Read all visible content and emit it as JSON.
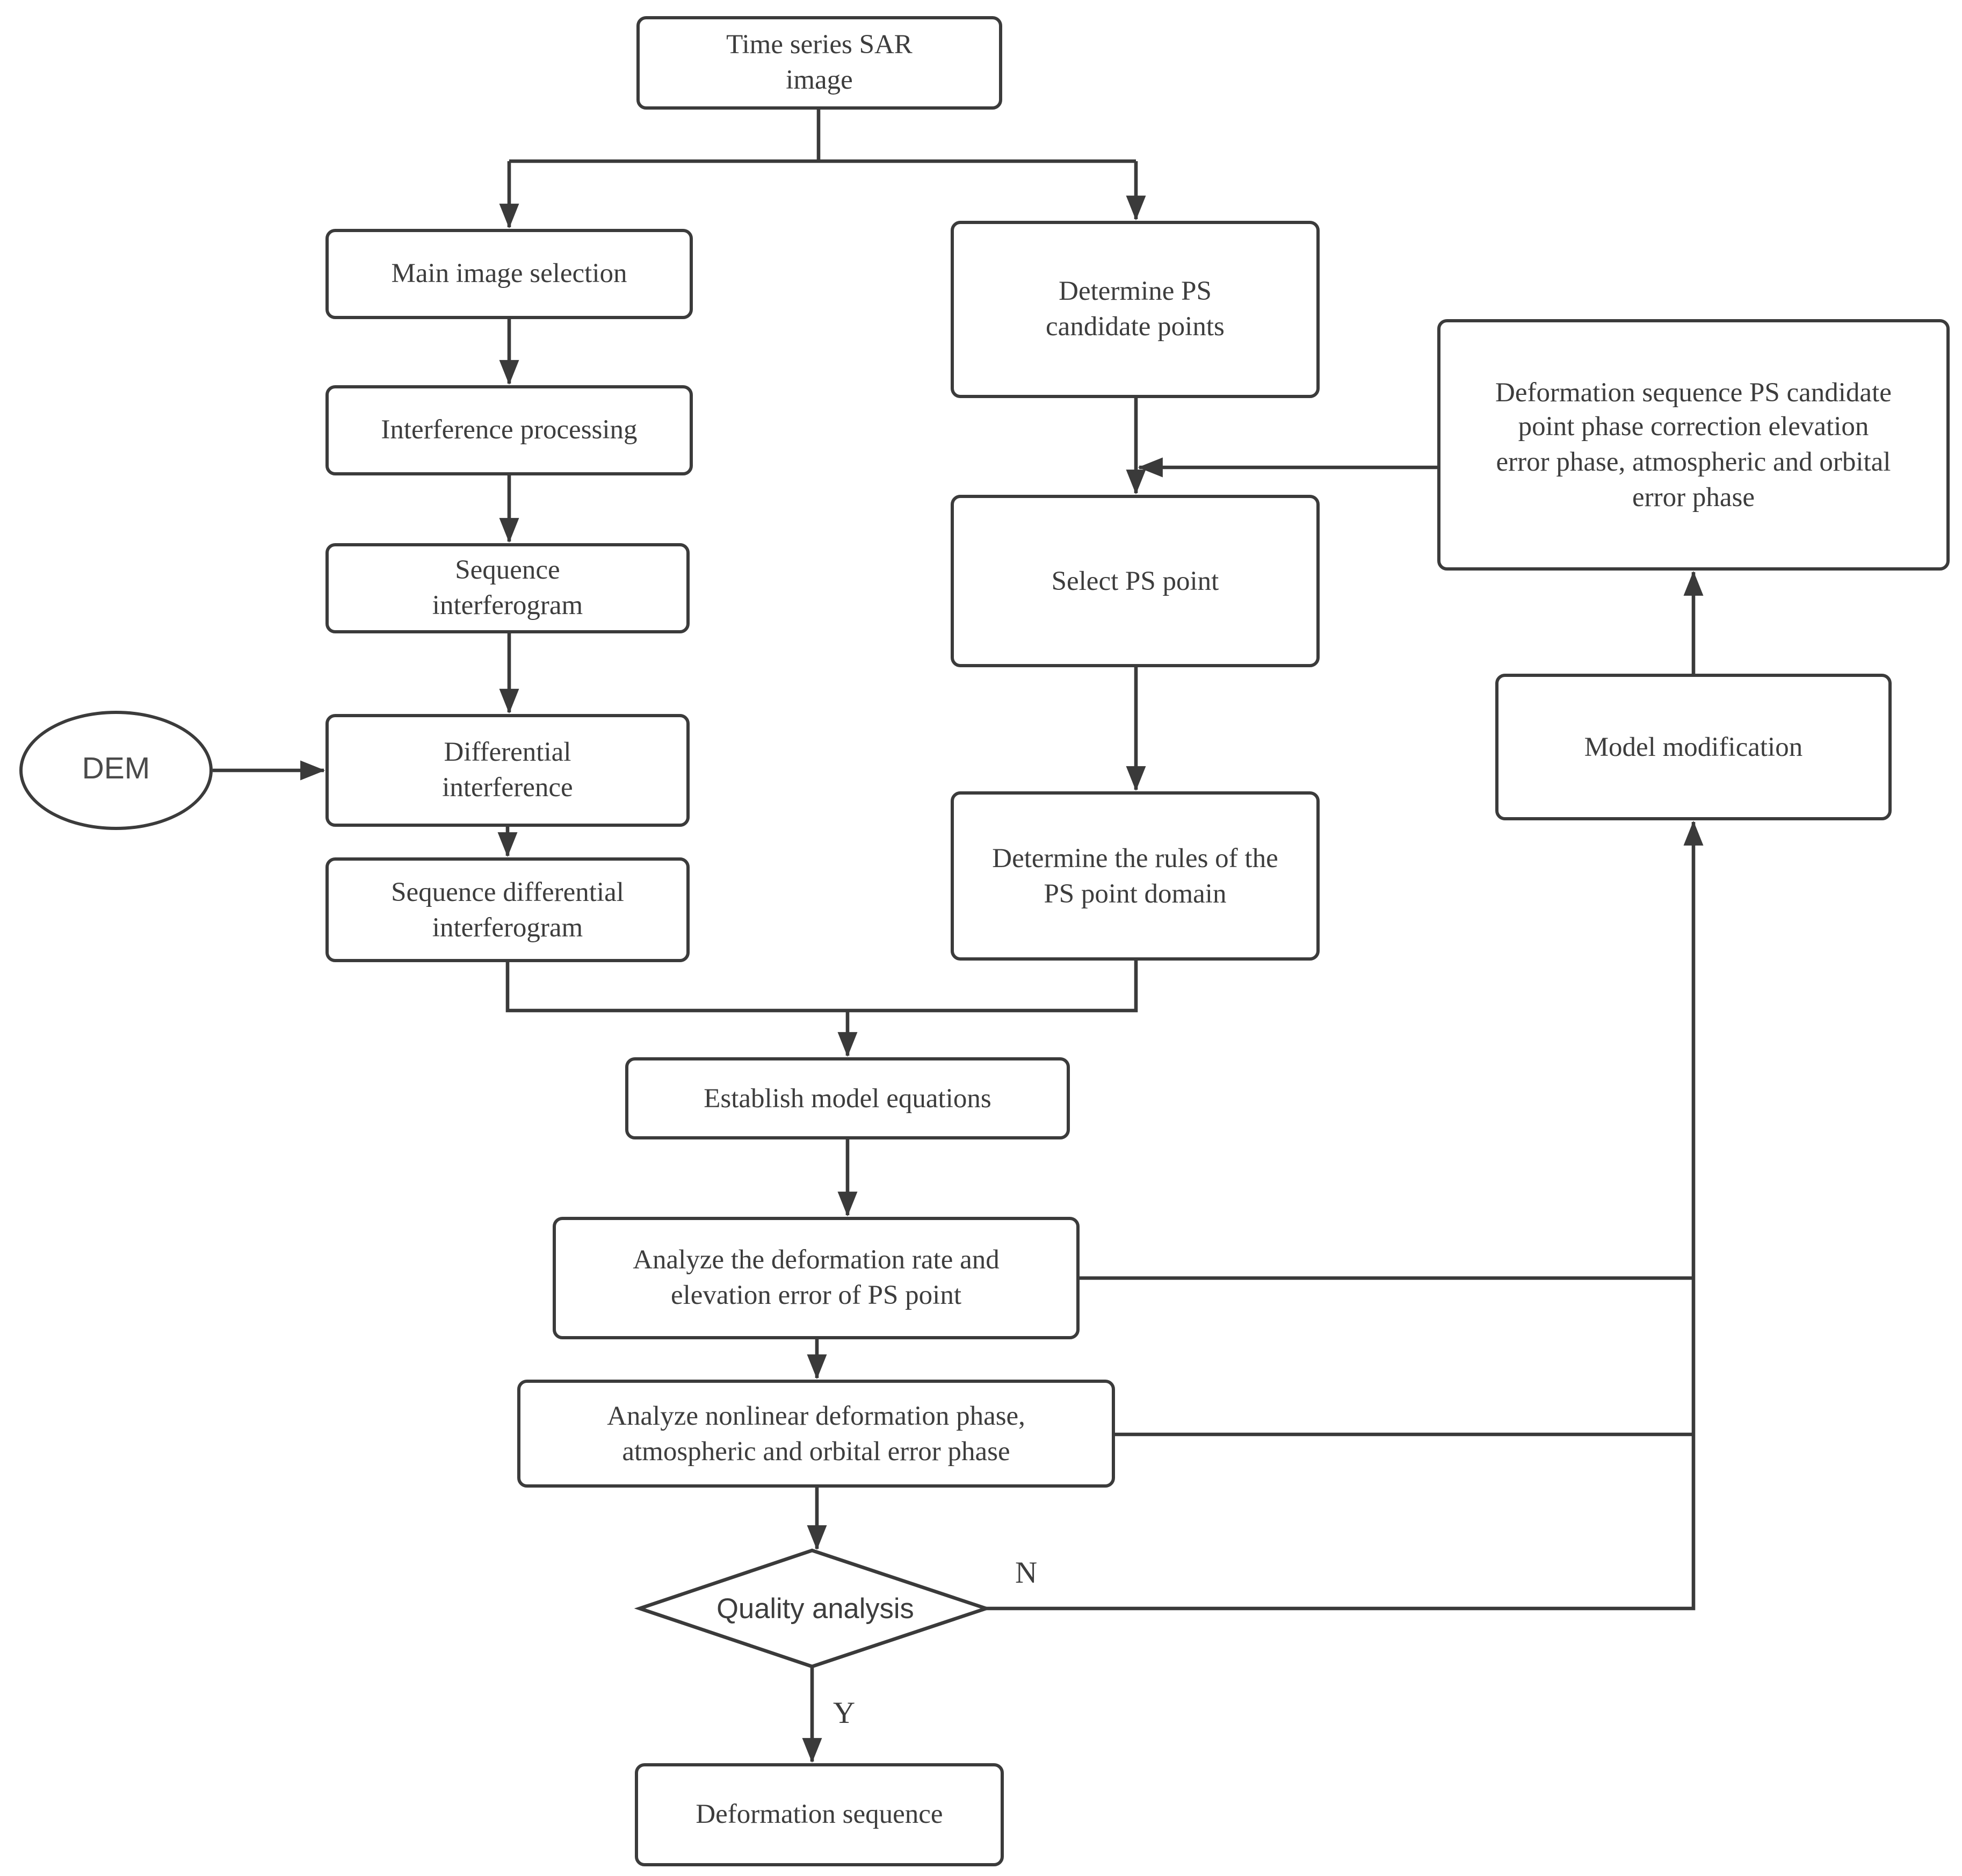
{
  "diagram": {
    "type": "flowchart",
    "background": "#ffffff",
    "line_color": "#3a3a3a",
    "box_border_color": "#3b3b3b",
    "box_fill_color": "#ffffff",
    "text_color": "#3d3d3d"
  },
  "nodes": {
    "time_series": {
      "shape": "rectangle",
      "label": "Time series SAR image"
    },
    "main_image": {
      "shape": "rectangle",
      "label": "Main image selection"
    },
    "interference": {
      "shape": "rectangle",
      "label": "Interference processing"
    },
    "seq_interferogram": {
      "shape": "rectangle",
      "label": "Sequence interferogram"
    },
    "dem": {
      "shape": "ellipse",
      "label": "DEM"
    },
    "diff_interference": {
      "shape": "rectangle",
      "label": "Differential interference"
    },
    "seq_diff_interferogram": {
      "shape": "rectangle",
      "label": "Sequence differential interferogram"
    },
    "determine_ps": {
      "shape": "rectangle",
      "label": "Determine PS candidate points"
    },
    "select_ps": {
      "shape": "rectangle",
      "label": "Select PS point"
    },
    "ps_rules": {
      "shape": "rectangle",
      "label": "Determine the rules of the PS point domain"
    },
    "phase_correction": {
      "shape": "rectangle",
      "label": "Deformation sequence PS candidate point phase correction elevation error phase, atmospheric and orbital error phase"
    },
    "model_modification": {
      "shape": "rectangle",
      "label": "Model modification"
    },
    "establish_model": {
      "shape": "rectangle",
      "label": "Establish model equations"
    },
    "analyze_rate": {
      "shape": "rectangle",
      "label": "Analyze the deformation rate and elevation error of PS point"
    },
    "analyze_nonlinear": {
      "shape": "rectangle",
      "label": "Analyze nonlinear deformation phase, atmospheric and orbital error phase"
    },
    "quality": {
      "shape": "diamond",
      "label": "Quality analysis"
    },
    "deformation_sequence": {
      "shape": "rectangle",
      "label": "Deformation sequence"
    }
  },
  "edge_labels": {
    "no": "N",
    "yes": "Y"
  },
  "edges": [
    {
      "from": "time_series",
      "to": "main_image"
    },
    {
      "from": "time_series",
      "to": "determine_ps"
    },
    {
      "from": "main_image",
      "to": "interference"
    },
    {
      "from": "interference",
      "to": "seq_interferogram"
    },
    {
      "from": "seq_interferogram",
      "to": "diff_interference"
    },
    {
      "from": "dem",
      "to": "diff_interference"
    },
    {
      "from": "diff_interference",
      "to": "seq_diff_interferogram"
    },
    {
      "from": "determine_ps",
      "to": "select_ps"
    },
    {
      "from": "select_ps",
      "to": "ps_rules"
    },
    {
      "from": "seq_diff_interferogram",
      "to": "establish_model"
    },
    {
      "from": "ps_rules",
      "to": "establish_model"
    },
    {
      "from": "establish_model",
      "to": "analyze_rate"
    },
    {
      "from": "analyze_rate",
      "to": "analyze_nonlinear"
    },
    {
      "from": "analyze_nonlinear",
      "to": "quality"
    },
    {
      "from": "quality",
      "to": "deformation_sequence",
      "label": "Y"
    },
    {
      "from": "quality",
      "to": "model_modification",
      "label": "N"
    },
    {
      "from": "analyze_rate",
      "to": "model_modification"
    },
    {
      "from": "analyze_nonlinear",
      "to": "model_modification"
    },
    {
      "from": "model_modification",
      "to": "phase_correction"
    },
    {
      "from": "phase_correction",
      "to": "select_ps"
    }
  ]
}
